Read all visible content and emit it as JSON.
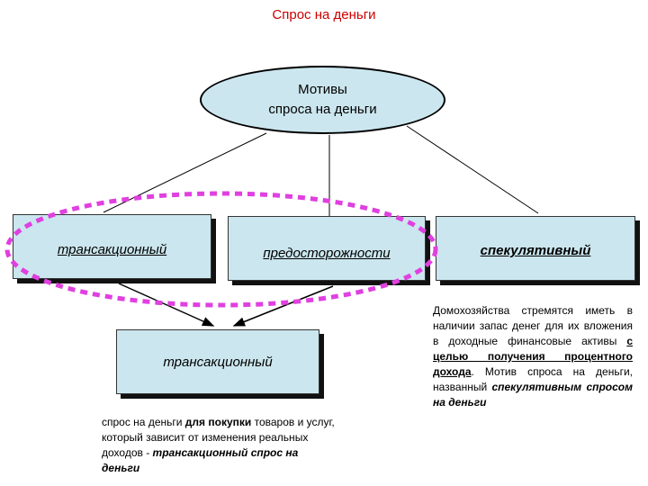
{
  "title": "Спрос на деньги",
  "root": {
    "line1": "Мотивы",
    "line2": "спроса на деньги"
  },
  "motives": {
    "transactional": "трансакционный",
    "precautionary": "предосторожности",
    "speculative": "спекулятивный"
  },
  "combined": {
    "label": "трансакционный"
  },
  "left_desc": {
    "p1": "спрос на деньги ",
    "p2": "для покупки",
    "p3": " товаров и услуг, который зависит от изменения реальных доходов - ",
    "p4": "трансакционный спрос на деньги"
  },
  "right_desc": {
    "p1": "Домохозяйства стремятся иметь в наличии запас денег для их вложения в доходные финансовые активы ",
    "p2": "с целью получения процентного дохода",
    "p3": ". Мотив спроса на деньги, названный ",
    "p4": "спекулятивным спросом на деньги"
  },
  "colors": {
    "title": "#cc0000",
    "box_fill": "#cbe6ee",
    "dashed_ring": "#e040e0"
  }
}
